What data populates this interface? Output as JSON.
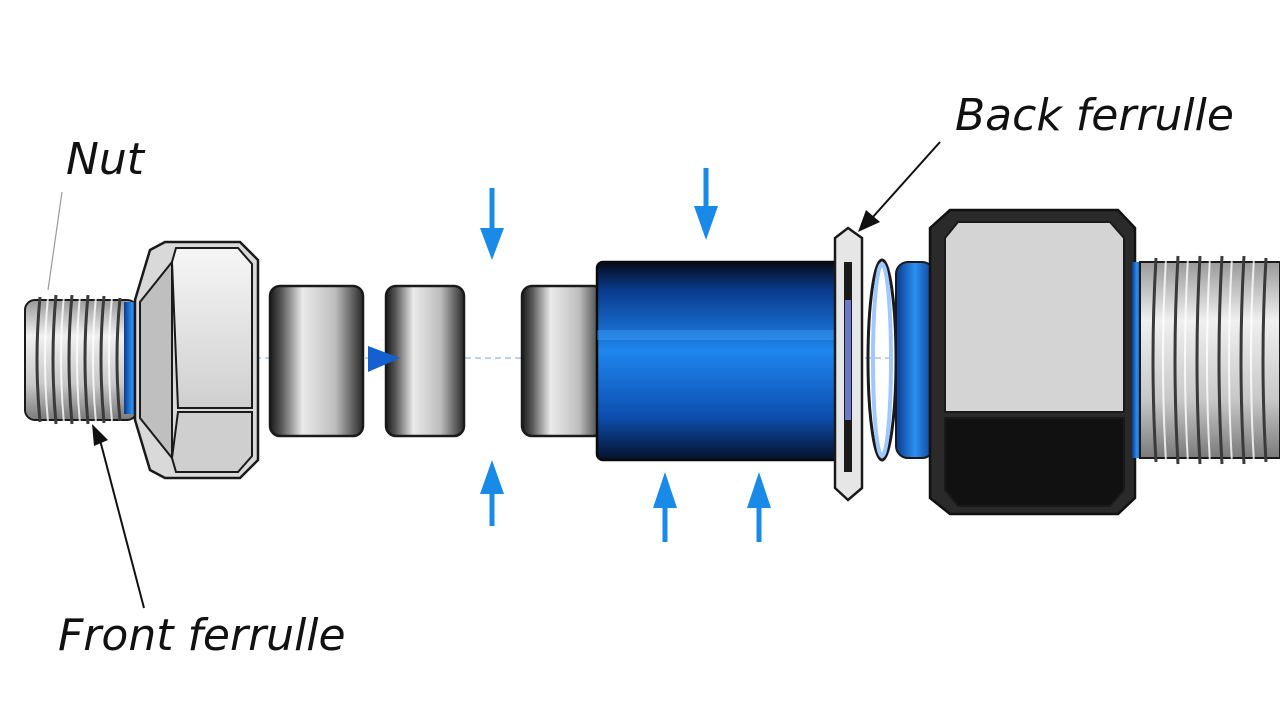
{
  "labels": {
    "nut": "Nut",
    "back_ferrule": "Back ferrulle",
    "front_ferrule": "Front ferrulle"
  },
  "colors": {
    "accent_blue": "#1a7fe0",
    "body_blue": "#1e6ee0",
    "dark_blue": "#0a2a66",
    "metal_light": "#e6e6e6",
    "metal_mid": "#b0b0b0",
    "metal_dark": "#2a2a2a",
    "outline": "#1a1a1a"
  },
  "icons": [
    "arrow-down-icon",
    "arrow-up-icon"
  ]
}
